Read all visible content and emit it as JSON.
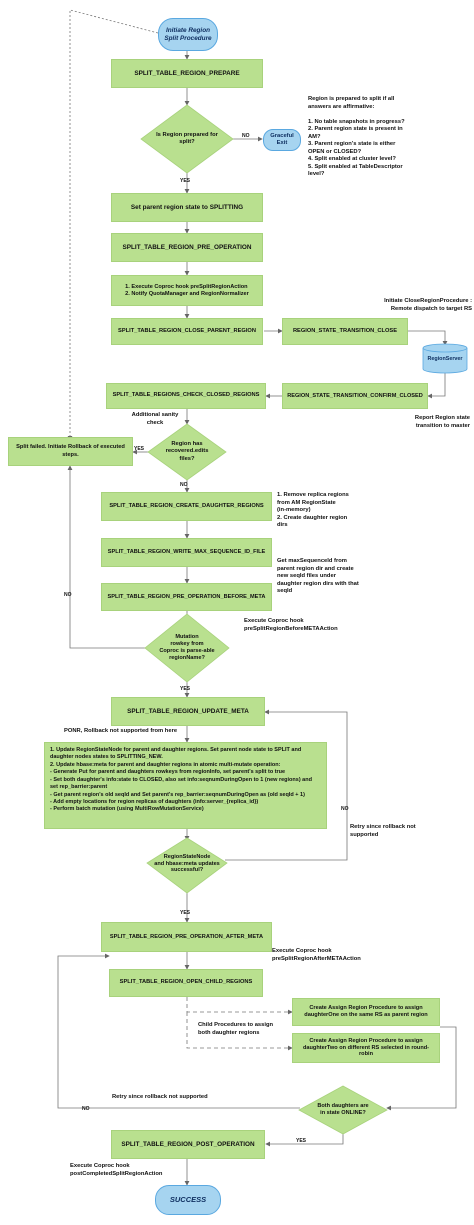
{
  "start": {
    "line1": "Initiate Region",
    "line2": "Split Procedure"
  },
  "end_label": "SUCCESS",
  "graceful_exit": "Graceful\nExit",
  "region_server": "RegionServer",
  "steps": {
    "prepare": "SPLIT_TABLE_REGION_PREPARE",
    "set_splitting": "Set parent region state to SPLITTING",
    "pre_operation": "SPLIT_TABLE_REGION_PRE_OPERATION",
    "coproc_hook": "1. Execute Coproc hook preSplitRegionAction\n2. Notify QuotaManager and RegionNormalizer",
    "close_parent": "SPLIT_TABLE_REGION_CLOSE_PARENT_REGION",
    "transition_close": "REGION_STATE_TRANSITION_CLOSE",
    "check_closed": "SPLIT_TABLE_REGIONS_CHECK_CLOSED_REGIONS",
    "transition_confirm": "REGION_STATE_TRANSITION_CONFIRM_CLOSED",
    "split_failed": "Split failed. Initiate Rollback of executed steps.",
    "create_daughters": "SPLIT_TABLE_REGION_CREATE_DAUGHTER_REGIONS",
    "write_max_seq": "SPLIT_TABLE_REGION_WRITE_MAX_SEQUENCE_ID_FILE",
    "pre_before_meta": "SPLIT_TABLE_REGION_PRE_OPERATION_BEFORE_META",
    "update_meta": "SPLIT_TABLE_REGION_UPDATE_META",
    "meta_details": "1. Update RegionStateNode for parent and daughter regions. Set parent node state to SPLIT and daughter nodes states to SPLITTING_NEW.\n2. Update hbase:meta for parent and daughter regions in atomic multi-mutate operation:\n - Generate Put for parent and daughters rowkeys from regionInfo, set parent's split to true\n - Set both daughter's info:state to CLOSED, also set info:seqnumDuringOpen to 1 (new regions) and set rep_barrier:parent\n - Get parent region's old seqId and Set parent's rep_barrier:seqnumDuringOpen as (old seqId + 1)\n - Add empty locations for region replicas of daughters (info:server_{replica_id})\n - Perform batch mutation (using MultiRowMutationService)",
    "pre_after_meta": "SPLIT_TABLE_REGION_PRE_OPERATION_AFTER_META",
    "open_children": "SPLIT_TABLE_REGION_OPEN_CHILD_REGIONS",
    "assign_one": "Create Assign Region Procedure to assign daughterOne on the same RS as parent region",
    "assign_two": "Create Assign Region Procedure to assign daughterTwo on different RS selected in round-robin",
    "post_operation": "SPLIT_TABLE_REGION_POST_OPERATION"
  },
  "decisions": {
    "prepared": "Is Region prepared for\nsplit?",
    "recovered_edits": "Region has\nrecovered.edits\nfiles?",
    "mutation_rowkey": "Mutation\nrowkey from\nCoproc is parse-able\nregionName?",
    "meta_success": "RegionStateNode\nand hbase:meta updates\nsuccessful?",
    "daughters_online": "Both daughters are\nin state ONLINE?"
  },
  "labels": {
    "yes": "YES",
    "no": "NO"
  },
  "notes": {
    "prepared_conditions": "Region is prepared to split if all\nanswers are affirmative:\n\n1. No table snapshots in progress?\n2. Parent region state is present in\n    AM?\n3. Parent region's state is either\n    OPEN or CLOSED?\n4. Split enabled at cluster level?\n5. Split enabled at TableDescriptor\n    level?",
    "close_region_proc": "Initiate CloseRegionProcedure :\nRemote dispatch to target RS",
    "report_state": "Report Region state\ntransition to master",
    "sanity_check": "Additional sanity\ncheck",
    "remove_replicas": "1. Remove replica regions\n    from AM RegionState\n    (in-memory)\n2. Create daughter region\n    dirs",
    "max_seq_note": "Get maxSequenceId from\nparent region dir and create\nnew seqId files under\ndaughter region dirs with that\nseqId",
    "coproc_before_meta": "Execute Coproc hook\npreSplitRegionBeforeMETAAction",
    "ponr": "PONR, Rollback not supported from here",
    "retry_right": "Retry since rollback not\nsupported",
    "coproc_after_meta": "Execute Coproc hook\npreSplitRegionAfterMETAAction",
    "child_procedures": "Child Procedures to assign\nboth daughter regions",
    "retry_bottom": "Retry since rollback not supported",
    "coproc_post": "Execute Coproc hook\npostCompletedSplitRegionAction"
  },
  "colors": {
    "step_fill": "#b9e08f",
    "start_fill": "#a6d4f0",
    "start_border": "#5aa8e0",
    "text_dark": "#0f2f60"
  }
}
